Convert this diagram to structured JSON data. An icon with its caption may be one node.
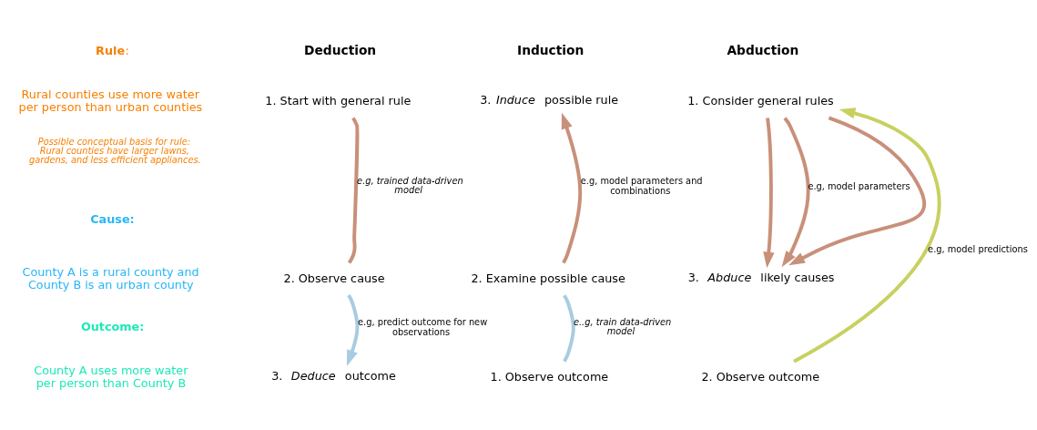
{
  "diagram": {
    "nodes": [
      {
        "text": [
          "1. Start with general rule"
        ]
      },
      {
        "text": [
          "3. *Induce* possible rule"
        ]
      },
      {
        "text": [
          "1. Consider general rules"
        ]
      },
      {
        "text": [
          "2. Observe cause"
        ]
      },
      {
        "text": [
          "2. Examine possible cause"
        ]
      },
      {
        "text": [
          "3.  *Abduce* likely causes"
        ]
      },
      {
        "text": [
          "3.  *Deduce* outcome"
        ]
      },
      {
        "text": [
          "1. Observe outcome"
        ]
      },
      {
        "text": [
          "2. Observe outcome"
        ]
      }
    ],
    "edges": [
      {
        "from": 0,
        "to": 3,
        "arrow": "none",
        "label": "e.g, trained data-driven model"
      },
      {
        "from": 3,
        "to": 6,
        "arrow": "to",
        "label": "e.g, predict outcome for new observations",
        "color": "#a8cce0"
      },
      {
        "from": 7,
        "to": 4,
        "arrow": "none",
        "label": "e..g, train data-driven model",
        "color": "#a8cce0"
      },
      {
        "from": 4,
        "to": 1,
        "arrow": "to",
        "label": "e.g, model parameters and combinations"
      },
      {
        "from": 2,
        "to": 5,
        "arrow": "to"
      },
      {
        "from": 2,
        "to": 5,
        "arrow": "to",
        "label": "e.g, model parameters"
      },
      {
        "from": 2,
        "to": 5,
        "arrow": "to"
      },
      {
        "from": 8,
        "to": 2,
        "arrow": "to",
        "label": "e.g, model predictions",
        "color": "#c8d060"
      }
    ],
    "labels": [
      "**Rule**:",
      "Deduction",
      "Induction",
      "Abduction",
      "Rural counties use more water per person than urban counties",
      "Possible conceptual basis for rule: Rural counties have larger lawns, gardens, and less efficient appliances.",
      "Cause:",
      "County A is a rural county and County B is an urban county",
      "Outcome:",
      "County A uses more water per person than County B"
    ]
  }
}
